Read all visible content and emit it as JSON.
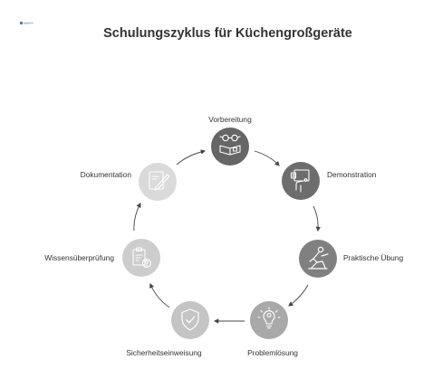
{
  "title": "Schulungszyklus für Küchengroßgeräte",
  "logo": {
    "icon": "brand-logo-icon",
    "color": "#4a78b8"
  },
  "arrow_color": "#444444",
  "steps": [
    {
      "label": "Vorbereitung",
      "icon": "reading-person-icon",
      "color": "#666666"
    },
    {
      "label": "Demonstration",
      "icon": "presentation-icon",
      "color": "#6d6d6d"
    },
    {
      "label": "Praktische Übung",
      "icon": "worker-icon",
      "color": "#808080"
    },
    {
      "label": "Problemlösung",
      "icon": "lightbulb-gear-icon",
      "color": "#a9a9a9"
    },
    {
      "label": "Sicherheitseinweisung",
      "icon": "shield-check-icon",
      "color": "#c4c4c4"
    },
    {
      "label": "Wissensüberprüfung",
      "icon": "clipboard-question-icon",
      "color": "#cdcdcd"
    },
    {
      "label": "Dokumentation",
      "icon": "document-pen-icon",
      "color": "#dadada"
    }
  ]
}
